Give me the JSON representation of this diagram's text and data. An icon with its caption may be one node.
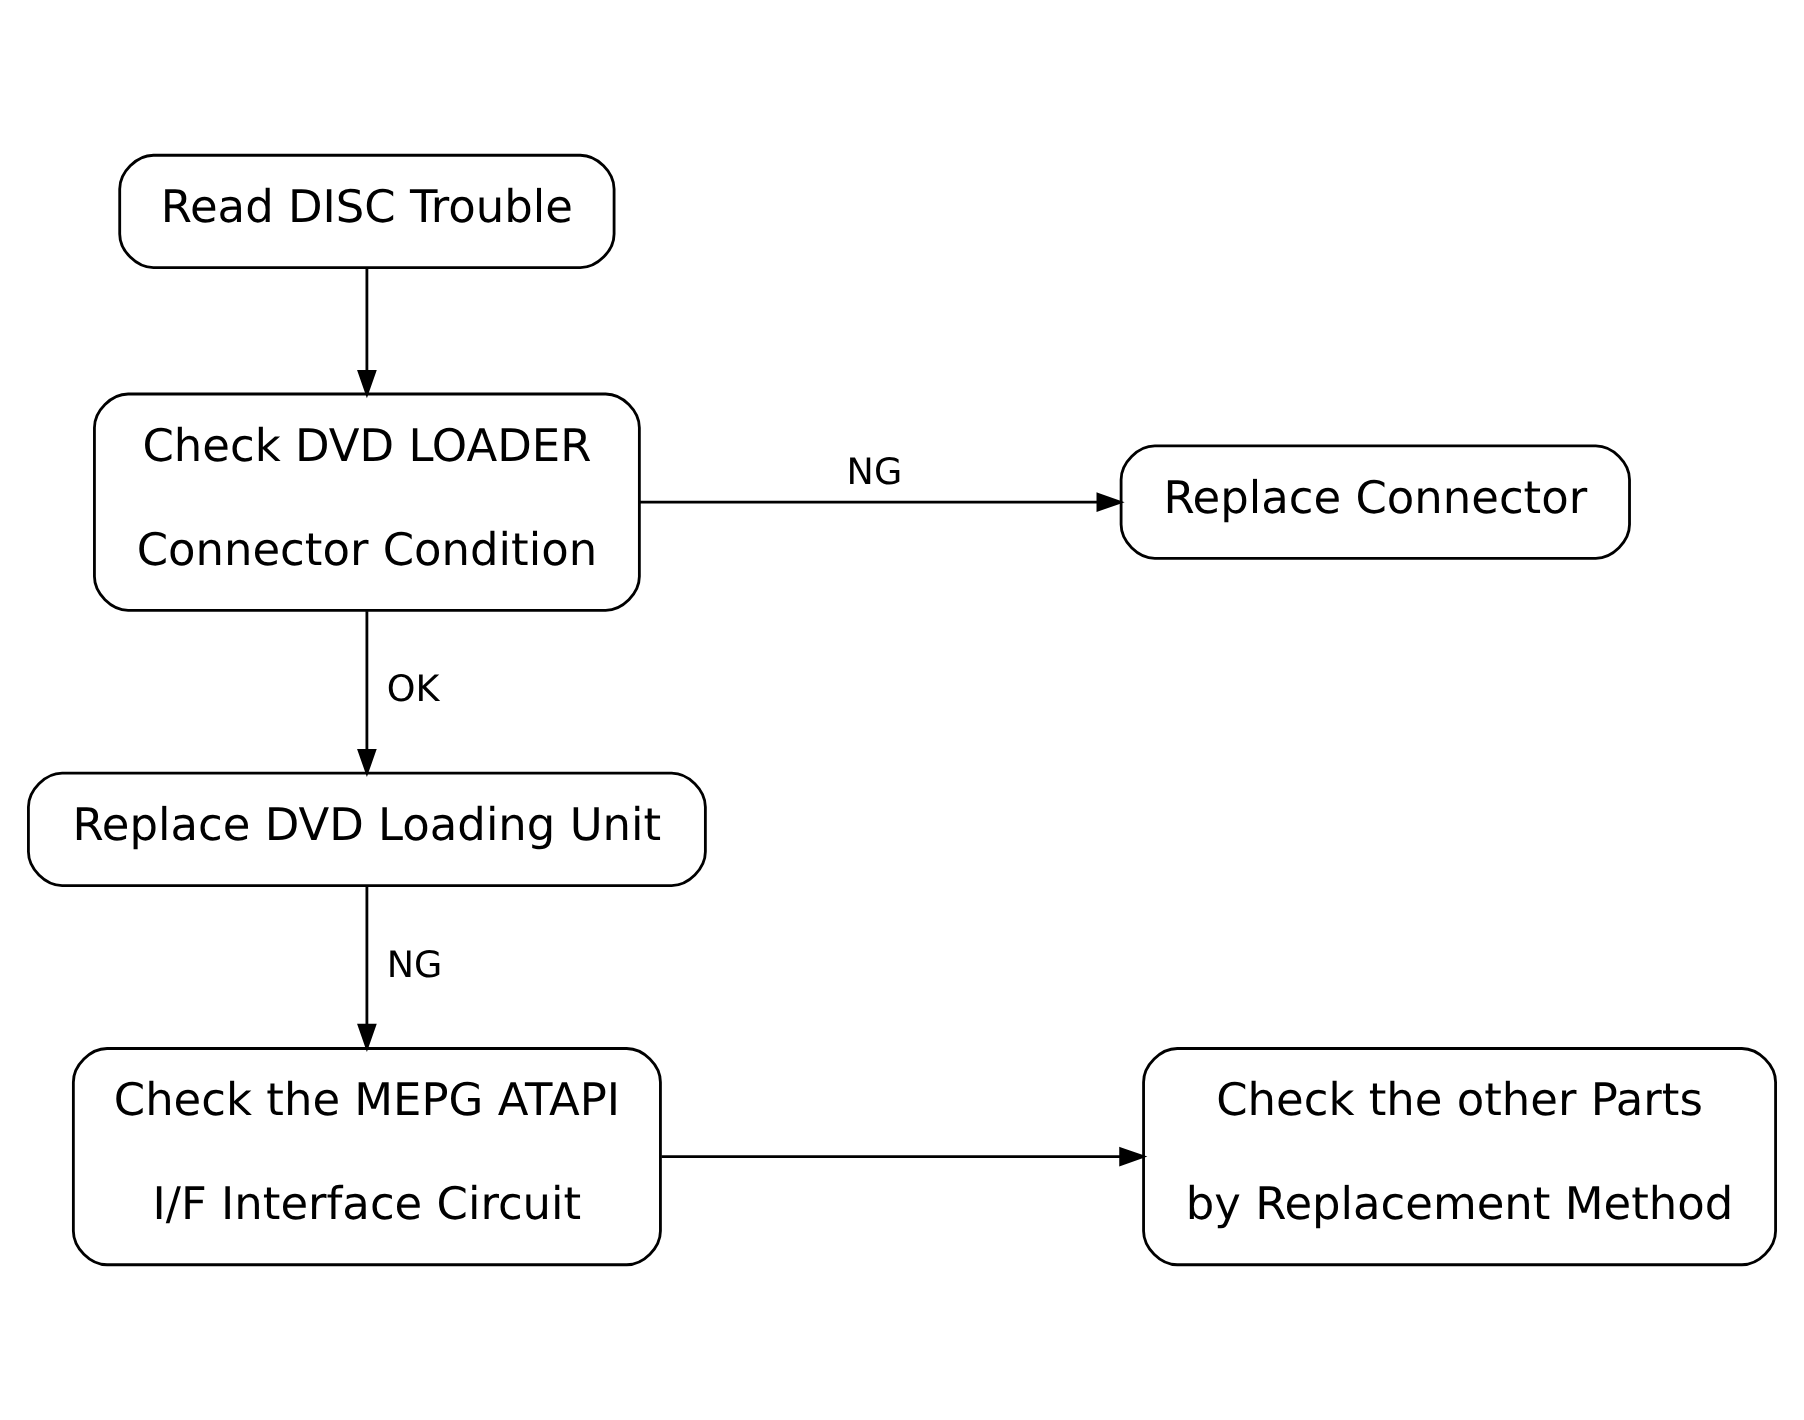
{
  "diagram": {
    "nodes": [
      {
        "text": [
          "Read DISC Trouble"
        ]
      },
      {
        "text": [
          "Check DVD LOADER Connector Condition"
        ]
      },
      {
        "text": [
          "Replace Connector"
        ]
      },
      {
        "text": [
          "Replace DVD Loading Unit"
        ]
      },
      {
        "text": [
          "Check the MEPG ATAPI I/F Interface Circuit"
        ]
      },
      {
        "text": [
          "Check the other Parts by Replacement Method"
        ]
      }
    ],
    "edges": [
      {
        "from": 0,
        "to": 1,
        "arrow": "to"
      },
      {
        "from": 1,
        "to": 2,
        "arrow": "to",
        "label": "NG"
      },
      {
        "from": 1,
        "to": 3,
        "arrow": "to",
        "label": "OK"
      },
      {
        "from": 3,
        "to": 4,
        "arrow": "to",
        "label": "NG"
      },
      {
        "from": 4,
        "to": 5,
        "arrow": "to"
      }
    ]
  }
}
